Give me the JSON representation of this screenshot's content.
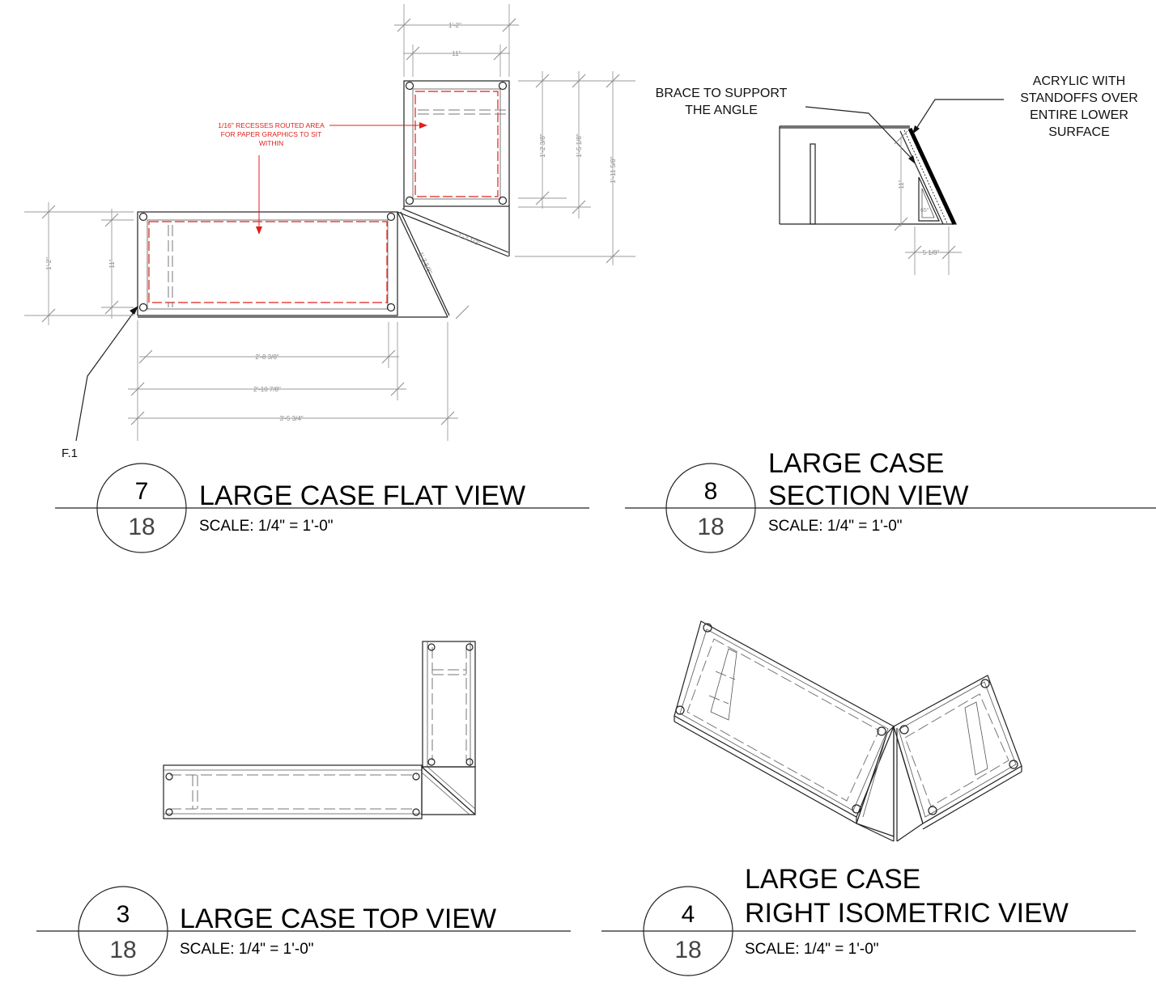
{
  "views": [
    {
      "number": "7",
      "sheet": "18",
      "title": "LARGE CASE FLAT VIEW",
      "scale": "SCALE: 1/4\" = 1'-0\""
    },
    {
      "number": "8",
      "sheet": "18",
      "title_line1": "LARGE CASE",
      "title_line2": "SECTION VIEW",
      "scale": "SCALE: 1/4\" = 1'-0\""
    },
    {
      "number": "3",
      "sheet": "18",
      "title": "LARGE CASE TOP VIEW",
      "scale": "SCALE: 1/4\" = 1'-0\""
    },
    {
      "number": "4",
      "sheet": "18",
      "title_line1": "LARGE CASE",
      "title_line2": "RIGHT ISOMETRIC VIEW",
      "scale": "SCALE: 1/4\" = 1'-0\""
    }
  ],
  "flat_view": {
    "recess_note": [
      "1/16\" RECESSES ROUTED AREA",
      "FOR PAPER GRAPHICS TO SIT",
      "WITHIN"
    ],
    "callout": "F.1",
    "dims": {
      "top_overall": "1'-2\"",
      "top_inner": "11\"",
      "right_a": "1'-2 3/8\"",
      "right_b": "1'-5 1/8\"",
      "right_c": "1'-11 5/8\"",
      "left_overall": "1'-2\"",
      "left_inner": "11\"",
      "angle_a": "1'-3 1/2\"",
      "angle_b": "1'-3 5/8\"",
      "bottom_a": "2'-8 3/8\"",
      "bottom_b": "2'-10 7/8\"",
      "bottom_c": "3'-5 3/4\""
    }
  },
  "section_view": {
    "note_brace": [
      "BRACE TO SUPPORT",
      "THE ANGLE"
    ],
    "note_acrylic": [
      "ACRYLIC WITH",
      "STANDOFFS OVER",
      "ENTIRE LOWER",
      "SURFACE"
    ],
    "dims": {
      "height": "11\"",
      "angle": "65°",
      "depth": "5 1/8\""
    }
  },
  "colors": {
    "line": "#222222",
    "dimension": "#8a8a8a",
    "recess": "#e0201a"
  }
}
